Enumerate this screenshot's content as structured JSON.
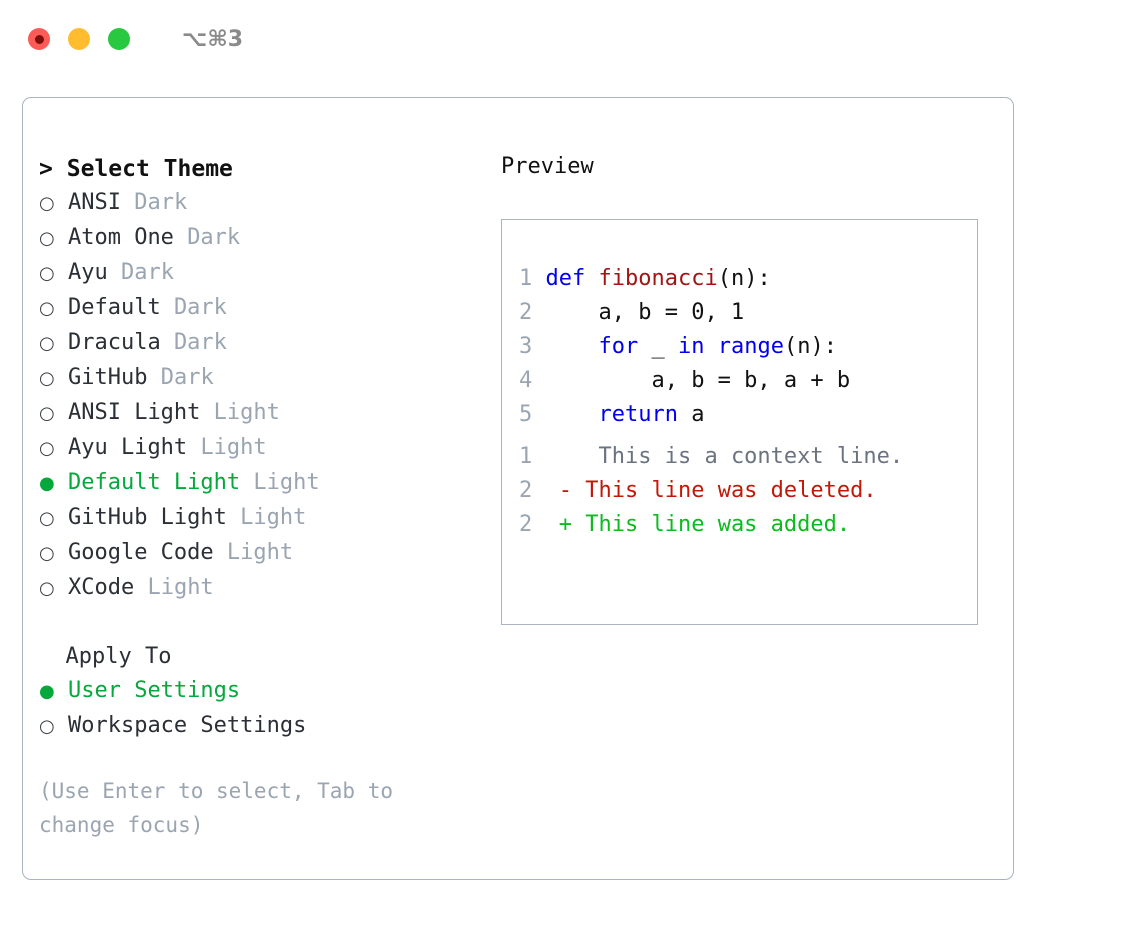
{
  "titlebar": {
    "shortcut": "⌥⌘3",
    "buttons": [
      {
        "name": "close",
        "color": "#fc5b57"
      },
      {
        "name": "minimize",
        "color": "#febc2e"
      },
      {
        "name": "maximize",
        "color": "#28c840"
      }
    ]
  },
  "theme_list": {
    "header": "Select Theme",
    "caret": ">",
    "bullet_unselected": "○",
    "bullet_selected": "●",
    "items": [
      {
        "name": "ANSI",
        "tag": "Dark",
        "selected": false
      },
      {
        "name": "Atom One",
        "tag": "Dark",
        "selected": false
      },
      {
        "name": "Ayu",
        "tag": "Dark",
        "selected": false
      },
      {
        "name": "Default",
        "tag": "Dark",
        "selected": false
      },
      {
        "name": "Dracula",
        "tag": "Dark",
        "selected": false
      },
      {
        "name": "GitHub",
        "tag": "Dark",
        "selected": false
      },
      {
        "name": "ANSI Light",
        "tag": "Light",
        "selected": false
      },
      {
        "name": "Ayu Light",
        "tag": "Light",
        "selected": false
      },
      {
        "name": "Default Light",
        "tag": "Light",
        "selected": true
      },
      {
        "name": "GitHub Light",
        "tag": "Light",
        "selected": false
      },
      {
        "name": "Google Code",
        "tag": "Light",
        "selected": false
      },
      {
        "name": "XCode",
        "tag": "Light",
        "selected": false
      }
    ]
  },
  "apply_to": {
    "header": "Apply To",
    "items": [
      {
        "name": "User Settings",
        "selected": true
      },
      {
        "name": "Workspace Settings",
        "selected": false
      }
    ]
  },
  "hint": "(Use Enter to select, Tab to change focus)",
  "preview": {
    "title": "Preview",
    "code_lines": [
      {
        "num": "1",
        "tokens": [
          {
            "t": "def ",
            "c": "kw"
          },
          {
            "t": "fibonacci",
            "c": "fn"
          },
          {
            "t": "(n):",
            "c": "plain"
          }
        ]
      },
      {
        "num": "2",
        "tokens": [
          {
            "t": "    a, b = 0, 1",
            "c": "plain"
          }
        ]
      },
      {
        "num": "3",
        "tokens": [
          {
            "t": "    ",
            "c": "plain"
          },
          {
            "t": "for",
            "c": "kw"
          },
          {
            "t": " _ ",
            "c": "plain"
          },
          {
            "t": "in",
            "c": "kw"
          },
          {
            "t": " ",
            "c": "plain"
          },
          {
            "t": "range",
            "c": "kw"
          },
          {
            "t": "(n):",
            "c": "plain"
          }
        ]
      },
      {
        "num": "4",
        "tokens": [
          {
            "t": "        a, b = b, a + b",
            "c": "plain"
          }
        ]
      },
      {
        "num": "5",
        "tokens": [
          {
            "t": "    ",
            "c": "plain"
          },
          {
            "t": "return",
            "c": "kw"
          },
          {
            "t": " a",
            "c": "plain"
          }
        ]
      }
    ],
    "diff_lines": [
      {
        "num": "1",
        "marker": " ",
        "text": "  This is a context line.",
        "kind": "ctx"
      },
      {
        "num": "2",
        "marker": "-",
        "text": " This line was deleted.",
        "kind": "del"
      },
      {
        "num": "2",
        "marker": "+",
        "text": " This line was added.",
        "kind": "add"
      }
    ]
  },
  "colors": {
    "accent_green": "#06a83b",
    "muted": "#9aa5b1",
    "keyword_blue": "#0000ee",
    "function_red": "#a11515",
    "diff_del": "#c21807",
    "diff_add": "#0cbb1e",
    "border": "#a9b4c0"
  }
}
